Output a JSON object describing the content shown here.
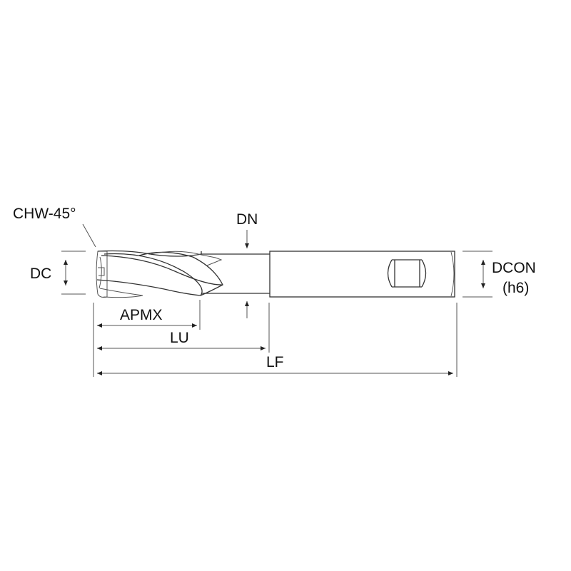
{
  "title": "End mill dimension drawing",
  "labels": {
    "chw": "CHW-45°",
    "dn": "DN",
    "dc": "DC",
    "dcon": "DCON",
    "dcon_tol": "(h6)",
    "apmx": "APMX",
    "lu": "LU",
    "lf": "LF"
  }
}
